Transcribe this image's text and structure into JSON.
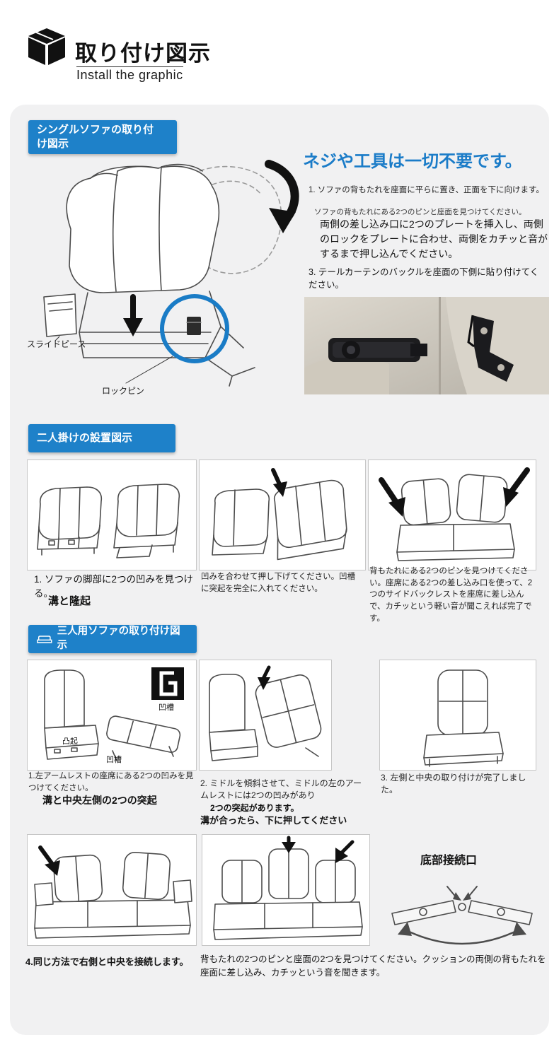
{
  "header": {
    "title": "取り付け図示",
    "subtitle": "Install the graphic"
  },
  "colors": {
    "accent": "#1b7cc8",
    "badge": "#1e81c9",
    "panel": "#f1f1f2"
  },
  "single": {
    "badge_line1": "シングルソファの取り付",
    "badge_line2": "け図示",
    "headline": "ネジや工具は一切不要です。",
    "step1": "1. ソファの背もたれを座面に平らに置き、正面を下に向けます。",
    "step2_note": "ソファの背もたれにある2つのピンと座面を見つけてください。",
    "step2": "両側の差し込み口に2つのプレートを挿入し、両側のロックをプレートに合わせ、両側をカチッと音がするまで押し込んでください。",
    "step3": "3. テールカーテンのバックルを座面の下側に貼り付けてください。",
    "label_slide_piece": "スライドピース",
    "label_lock_pin": "ロックピン"
  },
  "double": {
    "badge": "二人掛けの設置図示",
    "cap1": "1. ソファの脚部に2つの凹みを見つける。",
    "cap1_bold": "溝と隆起",
    "cap2": "凹みを合わせて押し下げてください。凹槽に突起を完全に入れてください。",
    "cap3": "背もたれにある2つのピンを見つけてください。座席にある2つの差し込み口を使って、2つのサイドバックレストを座席に差し込んで、カチッという軽い音が聞こえれば完了です。"
  },
  "triple": {
    "badge": "三人用ソファの取り付け図示",
    "inset_label": "凹槽",
    "bump_label": "凸起",
    "groove_label": "凹槽",
    "cap1": "1.左アームレストの座席にある2つの凹みを見つけてください。",
    "cap1_bold": "溝と中央左側の2つの突起",
    "cap2a": "2. ミドルを傾斜させて、ミドルの左のアームレストには2つの凹みがあり",
    "cap2b": "2つの突起があります。",
    "cap2c": "溝が合ったら、下に押してください",
    "cap3": "3. 左側と中央の取り付けが完了しました。"
  },
  "final": {
    "connector_label": "底部接続口",
    "cap_bold": "4.同じ方法で右側と中央を接続します。",
    "cap": "背もたれの2つのピンと座面の2つを見つけてください。クッションの両側の背もたれを座面に差し込み、カチッという音を聞きます。"
  }
}
